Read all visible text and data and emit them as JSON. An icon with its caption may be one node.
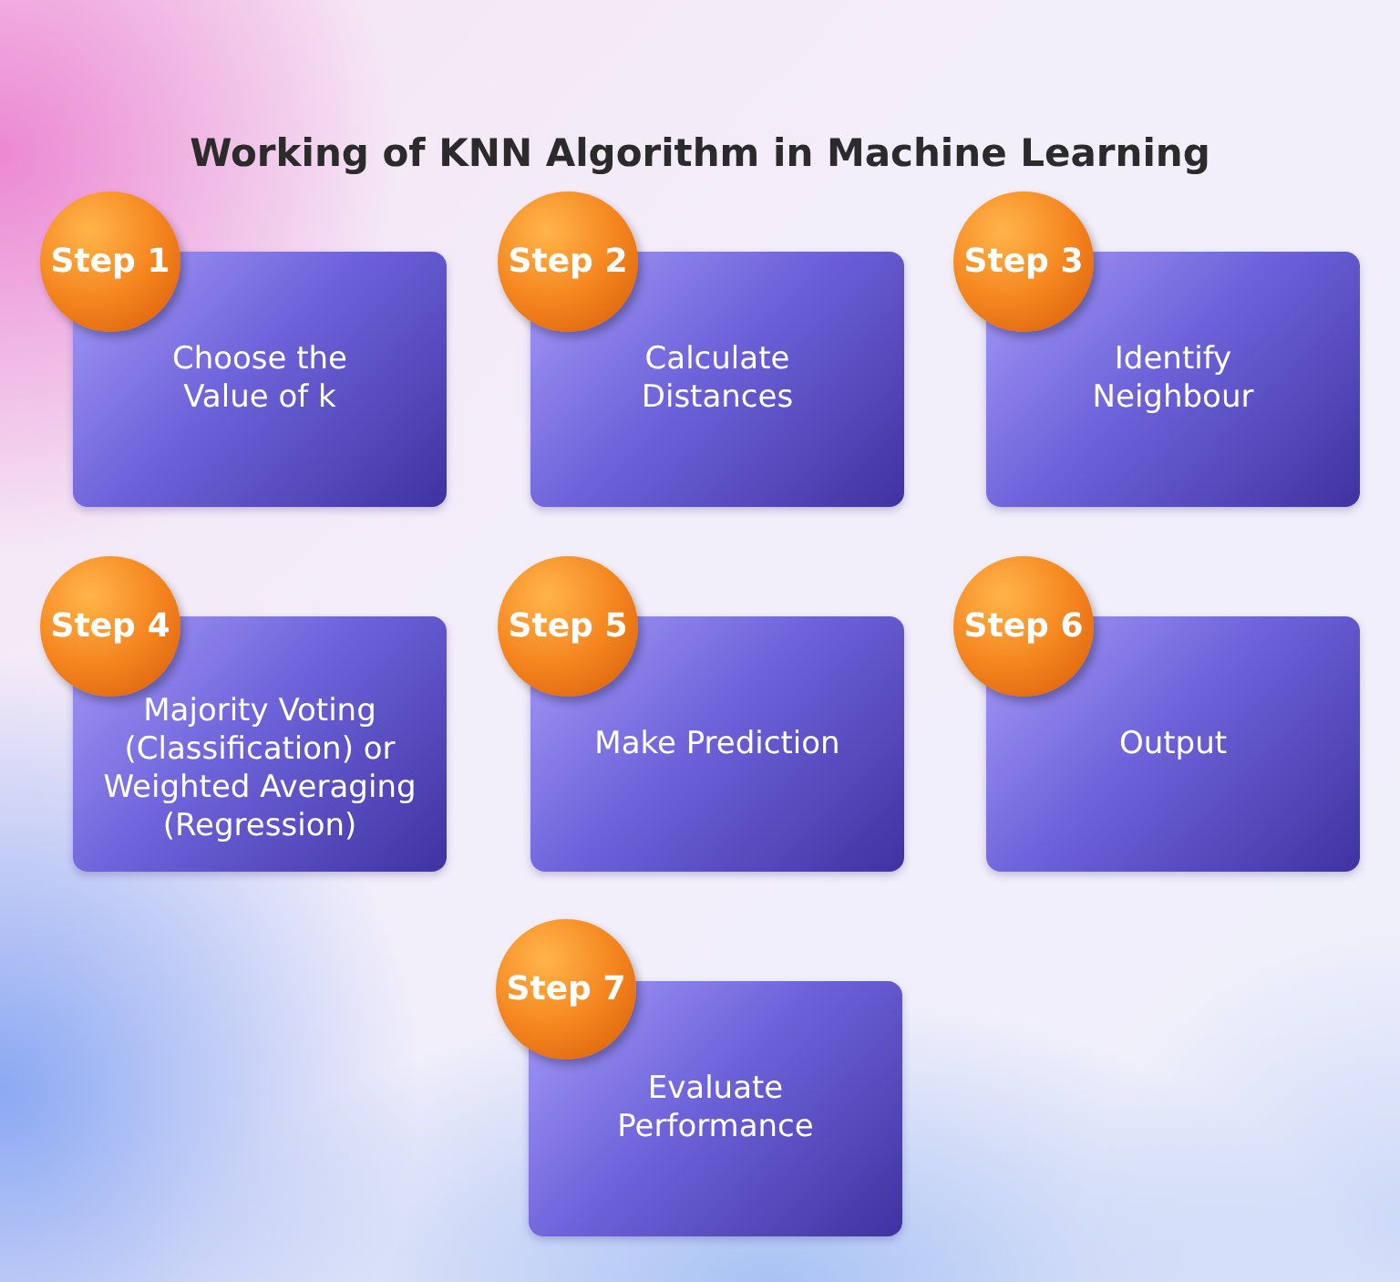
{
  "diagram": {
    "title": "Working of KNN Algorithm in Machine Learning",
    "nodes": [
      {
        "text": [
          "Step 1"
        ]
      },
      {
        "text": [
          "Choose the Value of k"
        ]
      },
      {
        "text": [
          "Step 2"
        ]
      },
      {
        "text": [
          "Calculate Distances"
        ]
      },
      {
        "text": [
          "Step 3"
        ]
      },
      {
        "text": [
          "Identify Neighbour"
        ]
      },
      {
        "text": [
          "Step 4"
        ]
      },
      {
        "text": [
          "Majority Voting (Classification) or Weighted Averaging (Regression)"
        ]
      },
      {
        "text": [
          "Step 5"
        ]
      },
      {
        "text": [
          "Make Prediction"
        ]
      },
      {
        "text": [
          "Step 6"
        ]
      },
      {
        "text": [
          "Output"
        ]
      },
      {
        "text": [
          "Step 7"
        ]
      },
      {
        "text": [
          "Evaluate Performance"
        ]
      }
    ]
  }
}
